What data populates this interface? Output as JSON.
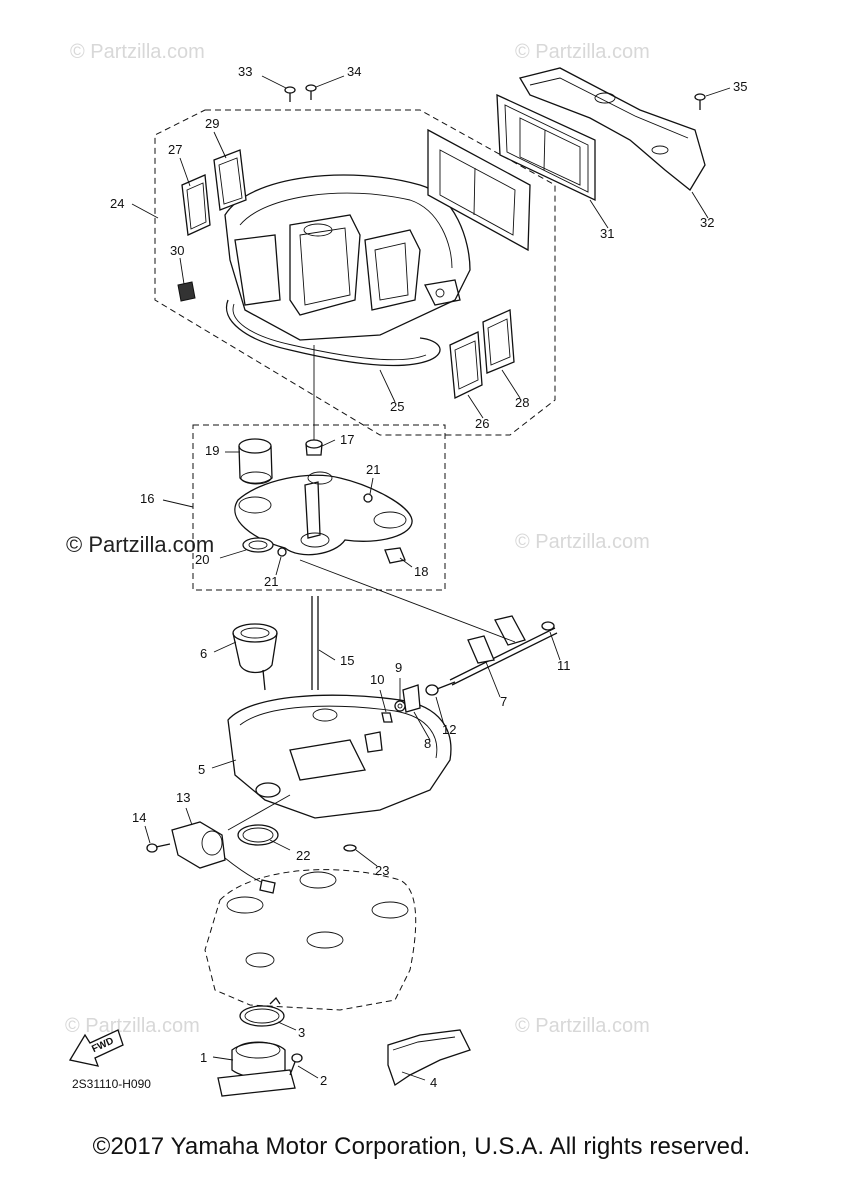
{
  "diagram": {
    "code": "2S31110-H090",
    "fwd_label": "FWD",
    "copyright": "©2017 Yamaha Motor Corporation, U.S.A. All rights reserved.",
    "watermarks": {
      "main": "© Partzilla.com",
      "faint": "© Partzilla.com"
    },
    "callouts": [
      "1",
      "2",
      "3",
      "4",
      "5",
      "6",
      "7",
      "8",
      "9",
      "10",
      "11",
      "12",
      "13",
      "14",
      "15",
      "16",
      "17",
      "18",
      "19",
      "20",
      "21",
      "22",
      "23",
      "24",
      "25",
      "26",
      "27",
      "28",
      "29",
      "30",
      "31",
      "32",
      "33",
      "34",
      "35"
    ]
  }
}
